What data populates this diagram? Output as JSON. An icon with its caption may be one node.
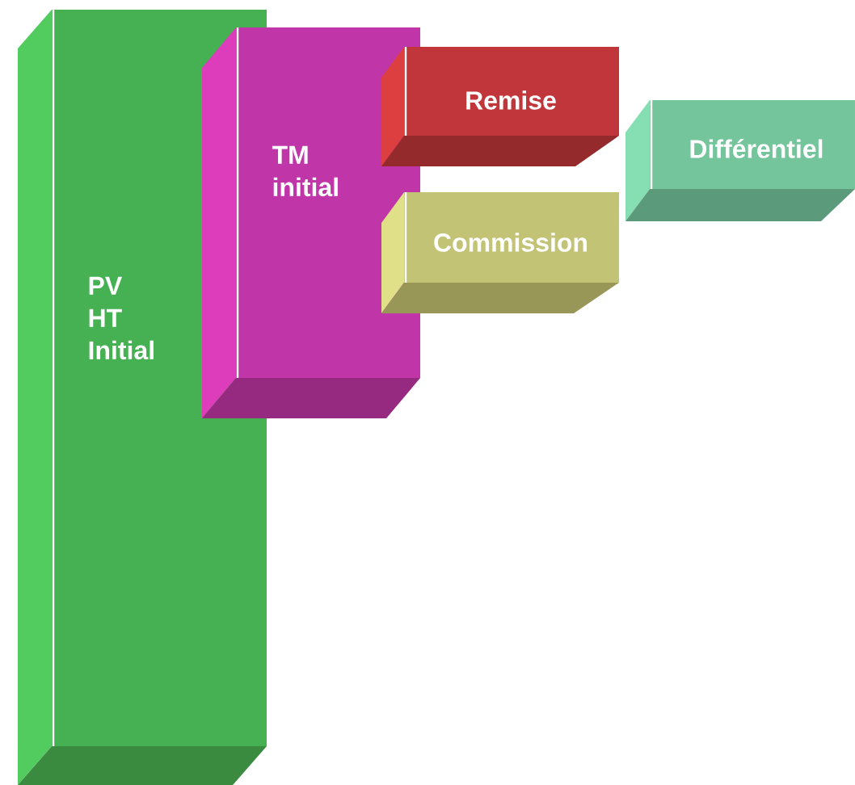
{
  "diagram": {
    "nodes": [
      {
        "text": [
          "PV HT Initial"
        ]
      },
      {
        "text": [
          "TM initial"
        ]
      },
      {
        "text": [
          "Remise"
        ]
      },
      {
        "text": [
          "Commission"
        ]
      },
      {
        "text": [
          "Différentiel"
        ]
      }
    ]
  }
}
